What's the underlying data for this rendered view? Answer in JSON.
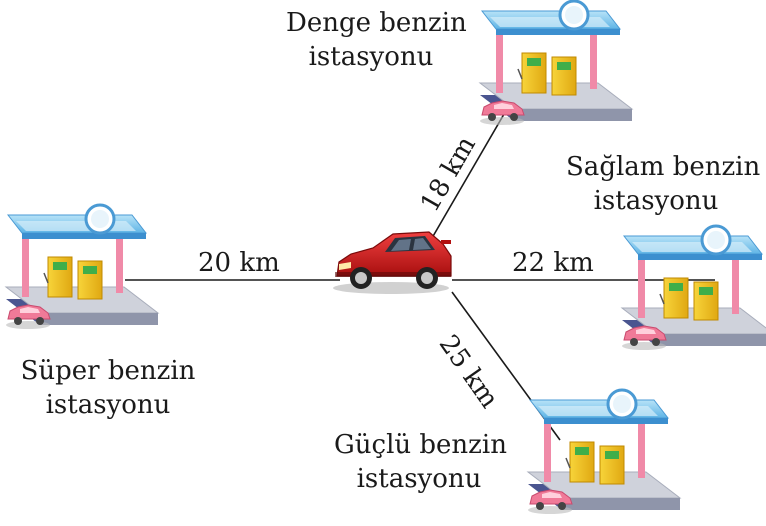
{
  "stations": {
    "denge": {
      "line1": "Denge benzin",
      "line2": "istasyonu"
    },
    "saglam": {
      "line1": "Sağlam benzin",
      "line2": "istasyonu"
    },
    "super": {
      "line1": "Süper benzin",
      "line2": "istasyonu"
    },
    "guclu": {
      "line1": "Güçlü benzin",
      "line2": "istasyonu"
    }
  },
  "distances": {
    "denge": "18 km",
    "saglam": "22 km",
    "super": "20 km",
    "guclu": "25 km"
  },
  "colors": {
    "car_body": "#d81e1e",
    "roof": "#7ec8ef",
    "pillar": "#f08aa8",
    "pump": "#f2c21b",
    "base": "#c9ccd6",
    "mini_car": "#f07a98"
  },
  "icons": {
    "car": "red-car-icon",
    "station": "gas-station-icon"
  }
}
